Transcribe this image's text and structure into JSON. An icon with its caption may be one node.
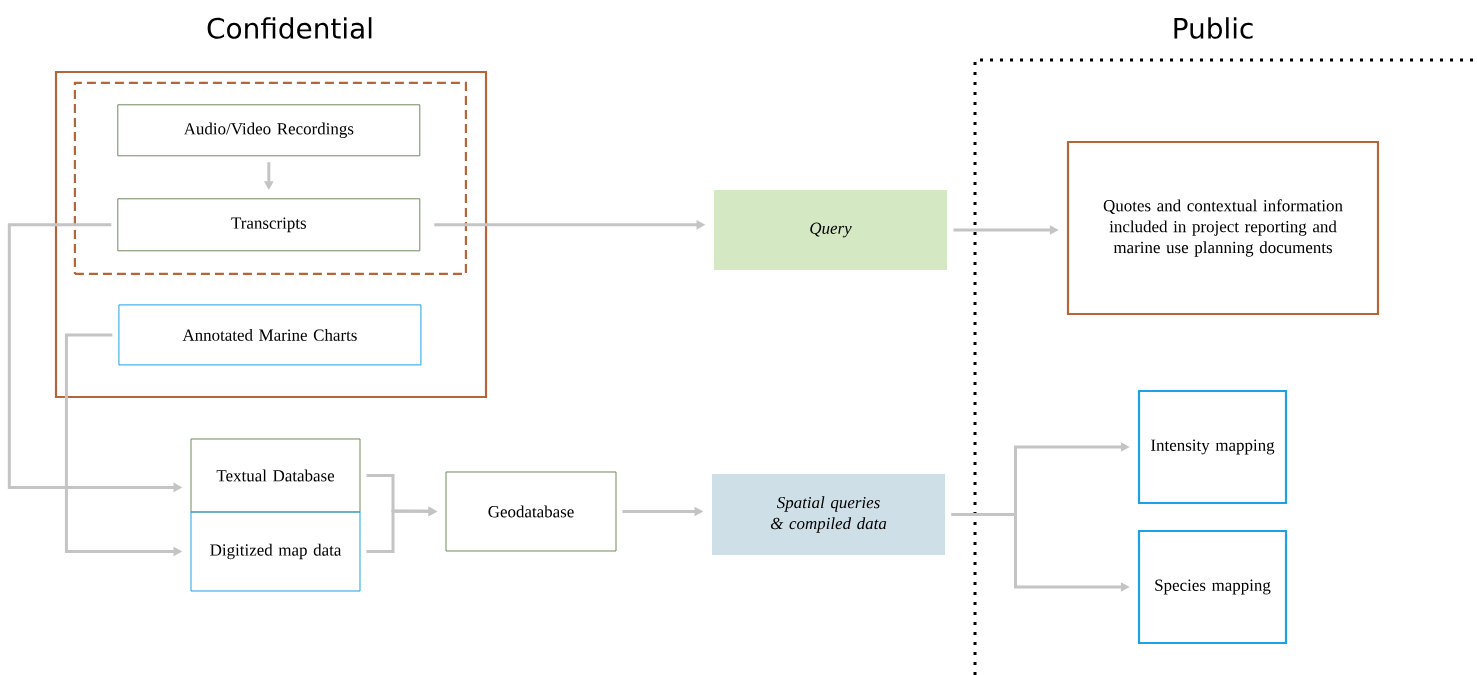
{
  "diagram": {
    "nodes": [
      {
        "text": [],
        "shape": "box"
      },
      {
        "text": [],
        "shape": "box",
        "in": 0
      },
      {
        "text": [
          "Audio/Video Recordings"
        ],
        "in": 1
      },
      {
        "text": [
          "Transcripts"
        ],
        "in": 1
      },
      {
        "text": [
          "Annotated Marine Charts"
        ],
        "in": 0
      },
      {
        "text": [
          "Textual Database"
        ]
      },
      {
        "text": [
          "Digitized map data"
        ]
      },
      {
        "text": [
          "Geodatabase"
        ]
      },
      {
        "text": [
          "Query"
        ]
      },
      {
        "text": [
          "Spatial queries & compiled data"
        ]
      },
      {
        "text": [
          "Quotes and contextual information included in project reporting and marine use planning documents"
        ]
      },
      {
        "text": [
          "Intensity mapping"
        ]
      },
      {
        "text": [
          "Species mapping"
        ]
      }
    ],
    "edges": [
      {
        "from": 2,
        "to": 3,
        "arrow": "to"
      },
      {
        "from": 3,
        "to": 8,
        "arrow": "to"
      },
      {
        "from": 8,
        "to": 10,
        "arrow": "to"
      },
      {
        "from": 3,
        "to": 5,
        "arrow": "to"
      },
      {
        "from": 4,
        "to": 6,
        "arrow": "to"
      },
      {
        "from": 5,
        "to": 7,
        "arrow": "to"
      },
      {
        "from": 6,
        "to": 7,
        "arrow": "to"
      },
      {
        "from": 7,
        "to": 9,
        "arrow": "to"
      },
      {
        "from": 9,
        "to": 11,
        "arrow": "to"
      },
      {
        "from": 9,
        "to": 12,
        "arrow": "to"
      }
    ],
    "labels": [
      "Confidential",
      "Public"
    ]
  }
}
